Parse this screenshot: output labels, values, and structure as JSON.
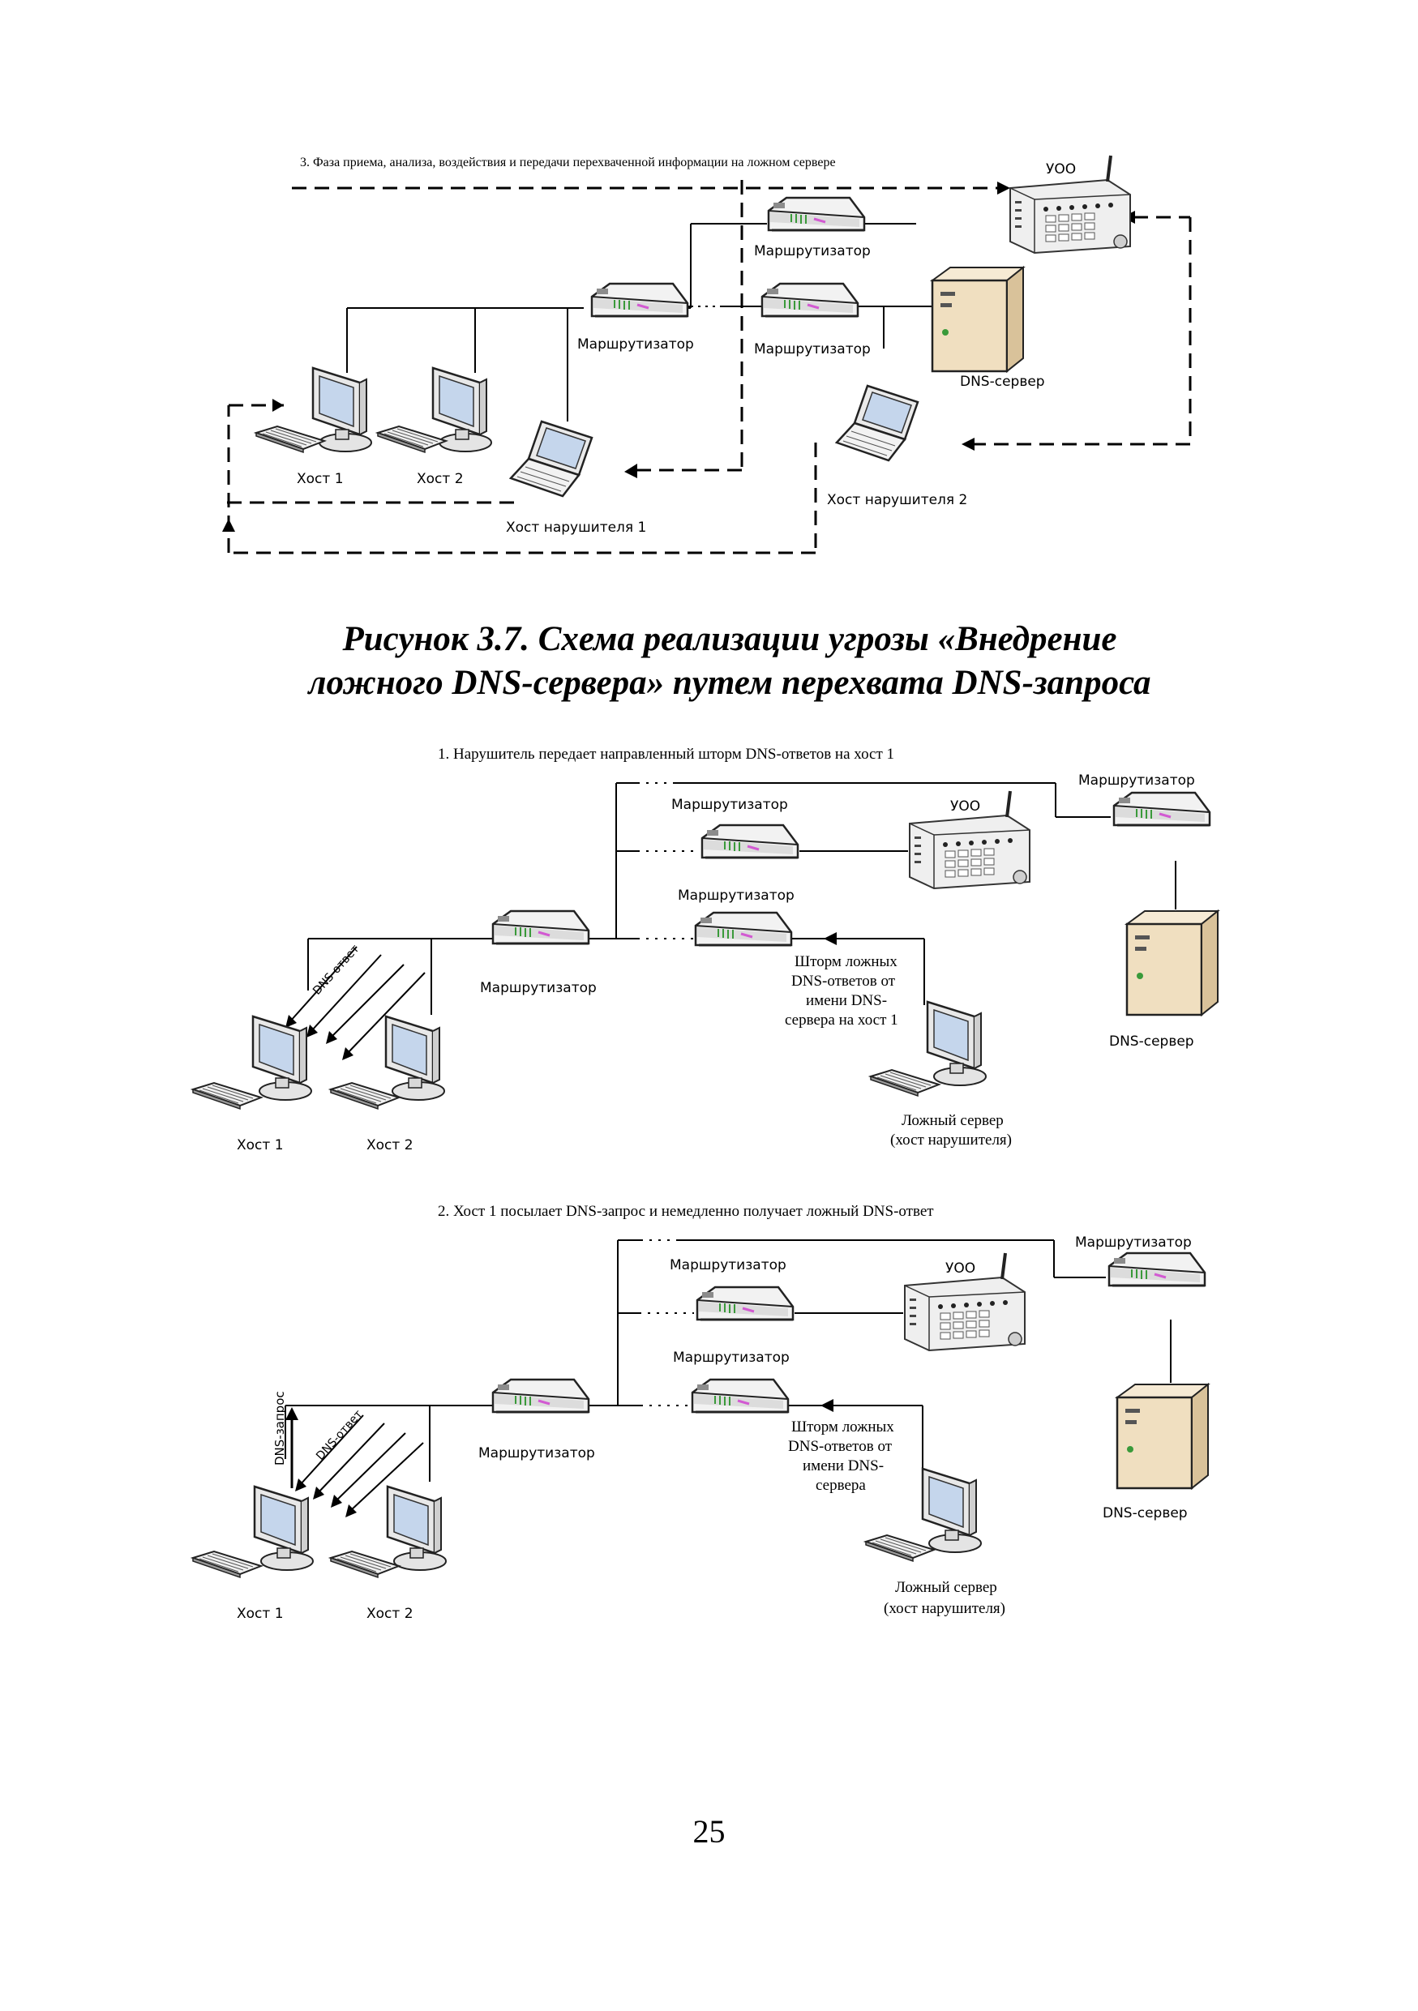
{
  "diagram1": {
    "phase_title": "3. Фаза приема, анализа, воздействия и передачи перехваченной информации на ложном сервере",
    "router_top": "Маршрутизатор",
    "router_mid": "Маршрутизатор",
    "router_main": "Маршрутизатор",
    "uoo": "УОО",
    "dns_server": "DNS-сервер",
    "host1": "Хост 1",
    "host2": "Хост 2",
    "intruder1": "Хост нарушителя 1",
    "intruder2": "Хост нарушителя 2"
  },
  "caption": {
    "line1": "Рисунок 3.7. Схема реализации угрозы «Внедрение",
    "line2": "ложного DNS-сервера» путем перехвата DNS-запроса"
  },
  "diagram2": {
    "phase_title": "1. Нарушитель передает направленный шторм DNS-ответов на хост 1",
    "router_right": "Маршрутизатор",
    "router_top": "Маршрутизатор",
    "router_mid": "Маршрутизатор",
    "router_main": "Маршрутизатор",
    "uoo": "УОО",
    "dns_server": "DNS-сервер",
    "dns_answer": "DNS-ответ",
    "storm_line1": "Шторм ложных",
    "storm_line2": "DNS-ответов от",
    "storm_line3": "имени DNS-",
    "storm_line4": "сервера на хост 1",
    "fake_server_line1": "Ложный сервер",
    "fake_server_line2": "(хост нарушителя)",
    "host1": "Хост 1",
    "host2": "Хост 2"
  },
  "diagram3": {
    "phase_title": "2. Хост 1 посылает DNS-запрос и немедленно получает ложный DNS-ответ",
    "router_right": "Маршрутизатор",
    "router_top": "Маршрутизатор",
    "router_mid": "Маршрутизатор",
    "router_main": "Маршрутизатор",
    "uoo": "УОО",
    "dns_server": "DNS-сервер",
    "dns_answer": "DNS-ответ",
    "dns_request": "DNS-запрос",
    "storm_line1": "Шторм ложных",
    "storm_line2": "DNS-ответов от",
    "storm_line3": "имени DNS-",
    "storm_line4": "сервера",
    "fake_server_line1": "Ложный сервер",
    "fake_server_line2": "(хост нарушителя)",
    "host1": "Хост 1",
    "host2": "Хост 2"
  },
  "page_number": "25"
}
